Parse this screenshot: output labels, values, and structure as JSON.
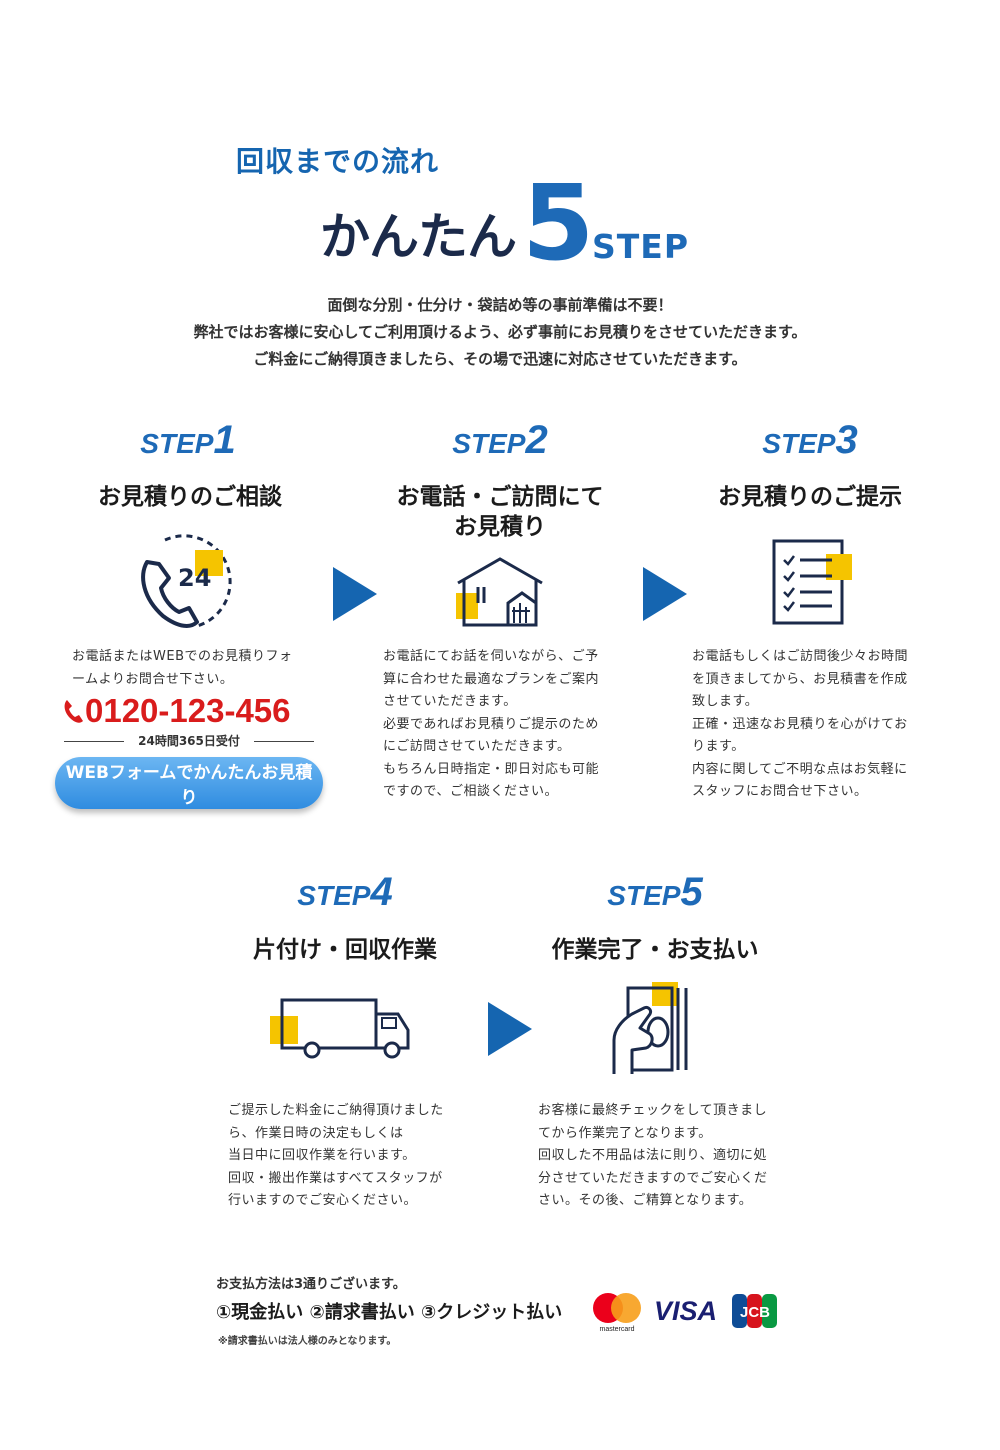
{
  "header": {
    "subtitle": "回収までの流れ",
    "title_prefix": "かんたん",
    "title_number": "5",
    "title_suffix": "STEP"
  },
  "intro": [
    "面倒な分別・仕分け・袋詰め等の事前準備は不要！",
    "弊社ではお客様に安心してご利用頂けるよう、必ず事前にお見積りをさせていただきます。",
    "ご料金にご納得頂きましたら、その場で迅速に対応させていただきます。"
  ],
  "steps": [
    {
      "label": "STEP",
      "number": "1",
      "title": "お見積りのご相談",
      "icon": "phone-24h-icon",
      "icon_text": "24",
      "desc": [
        "お電話またはWEBでのお見積りフォ",
        "ームよりお問合せ下さい。"
      ]
    },
    {
      "label": "STEP",
      "number": "2",
      "title": "お電話・ご訪問にて",
      "title2": "お見積り",
      "icon": "house-icon",
      "desc": [
        "お電話にてお話を伺いながら、ご予",
        "算に合わせた最適なプランをご案内",
        "させていただきます。",
        "必要であればお見積りご提示のため",
        "にご訪問させていただきます。",
        "もちろん日時指定・即日対応も可能",
        "ですので、ご相談ください。"
      ]
    },
    {
      "label": "STEP",
      "number": "3",
      "title": "お見積りのご提示",
      "icon": "checklist-icon",
      "desc": [
        "お電話もしくはご訪問後少々お時間",
        "を頂きましてから、お見積書を作成",
        "致します。",
        "正確・迅速なお見積りを心がけてお",
        "ります。",
        "内容に関してご不明な点はお気軽に",
        "スタッフにお問合せ下さい。"
      ]
    },
    {
      "label": "STEP",
      "number": "4",
      "title": "片付け・回収作業",
      "icon": "truck-icon",
      "desc": [
        "ご提示した料金にご納得頂けました",
        "ら、作業日時の決定もしくは",
        "当日中に回収作業を行います。",
        "回収・搬出作業はすべてスタッフが",
        "行いますのでご安心ください。"
      ]
    },
    {
      "label": "STEP",
      "number": "5",
      "title": "作業完了・お支払い",
      "icon": "cash-payment-icon",
      "desc": [
        "お客様に最終チェックをして頂きまし",
        "てから作業完了となります。",
        "回収した不用品は法に則り、適切に処",
        "分させていただきますのでご安心くだ",
        "さい。その後、ご精算となります。"
      ]
    }
  ],
  "contact": {
    "phone": "0120-123-456",
    "hours": "24時間365日受付",
    "web_button": "WEBフォームでかんたんお見積り"
  },
  "payment": {
    "note": "お支払方法は3通りございます。",
    "methods": "①現金払い ②請求書払い ③クレジット払い",
    "footnote": "※請求書払いは法人様のみとなります。",
    "cards": [
      "mastercard",
      "VISA",
      "JCB"
    ]
  },
  "colors": {
    "brand_blue": "#1e6ab7",
    "accent_yellow": "#f5c400",
    "phone_red": "#d91c1c",
    "navy": "#1b2a4a"
  }
}
